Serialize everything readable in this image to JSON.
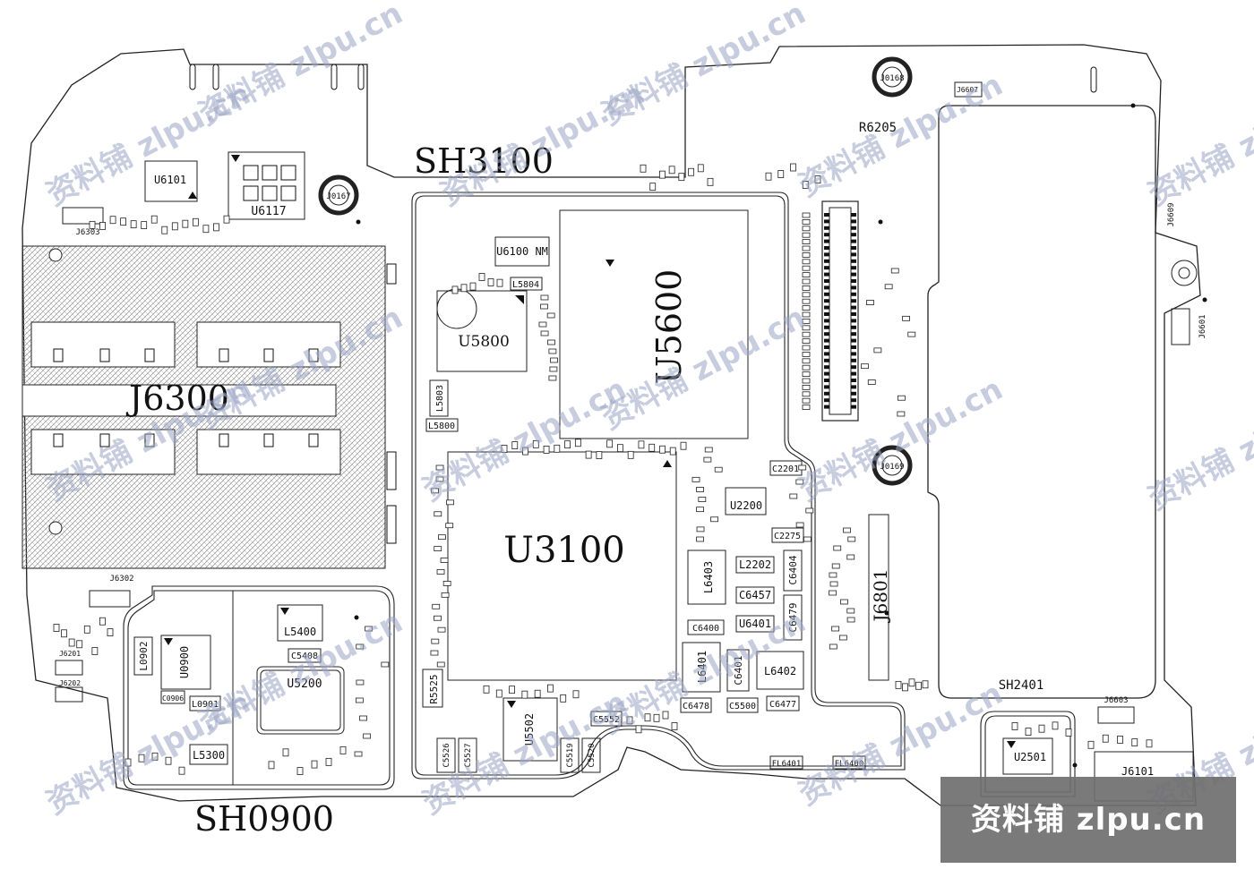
{
  "labels": {
    "J6300": "J6300",
    "U3100": "U3100",
    "U5600": "U5600",
    "SH3100": "SH3100",
    "SH0900": "SH0900",
    "SH2401": "SH2401",
    "U5800": "U5800",
    "U5200": "U5200",
    "U0900": "U0900",
    "U6101": "U6101",
    "U6117": "U6117",
    "U2200": "U2200",
    "U2501": "U2501",
    "U6401": "U6401",
    "U5502": "U5502",
    "J6801": "J6801",
    "J6101": "J6101",
    "J6603": "J6603",
    "J6607": "J6607",
    "J6609": "J6609",
    "J6601": "J6601",
    "J6303": "J6303",
    "J6302": "J6302",
    "J6201": "J6201",
    "J6202": "J6202",
    "J0167": "J0167",
    "J0168": "J0168",
    "J0169": "J0169",
    "R6205": "R6205",
    "L5400": "L5400",
    "L5300": "L5300",
    "L0902": "L0902",
    "L0901": "L0901",
    "L5800": "L5800",
    "L5804": "L5804",
    "L5803": "L5803",
    "L2202": "L2202",
    "L6403": "L6403",
    "L6401": "L6401",
    "L6402": "L6402",
    "C5408": "C5408",
    "C2201": "C2201",
    "C2275": "C2275",
    "C6404": "C6404",
    "C6457": "C6457",
    "C6479": "C6479",
    "C6400": "C6400",
    "C6401": "C6401",
    "C6477": "C6477",
    "C6478": "C6478",
    "C5500": "C5500",
    "C5552": "C5552",
    "C5526": "C5526",
    "C5527": "C5527",
    "C5519": "C5519",
    "C5520": "C5520",
    "C0906": "C0906",
    "R5525": "R5525",
    "U6100_NM": "U6100 NM",
    "FL6401": "FL6401",
    "FL6400": "FL6400"
  },
  "watermark": "资料铺 zlpu.cn",
  "banner": "资料铺 zlpu.cn",
  "colors": {
    "line": "#222222",
    "watermark": "#9aa6c4",
    "banner_bg": "#6f6f6f",
    "banner_text": "#ffffff"
  }
}
